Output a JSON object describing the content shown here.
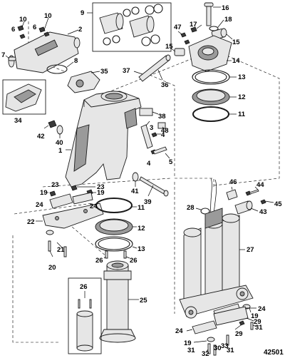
{
  "callouts": {
    "c1": "1",
    "c2": "2",
    "c3": "3",
    "c4": "4",
    "c5": "5",
    "c6": "6",
    "c7": "7",
    "c8": "8",
    "c9": "9",
    "c10": "10",
    "c11": "11",
    "c12": "12",
    "c13": "13",
    "c14": "14",
    "c15": "15",
    "c16": "16",
    "c17": "17",
    "c18": "18",
    "c19": "19",
    "c20": "20",
    "c21": "21",
    "c22": "22",
    "c23": "23",
    "c24": "24",
    "c25": "25",
    "c26": "26",
    "c27": "27",
    "c28": "28",
    "c29": "29",
    "c30": "30",
    "c31": "31",
    "c32": "32",
    "c33": "33",
    "c34": "34",
    "c35": "35",
    "c36": "36",
    "c37": "37",
    "c38": "38",
    "c39": "39",
    "c40": "40",
    "c41": "41",
    "c42": "42",
    "c43": "43",
    "c44": "44",
    "c45": "45",
    "c46": "46",
    "c47": "47",
    "c48": "48"
  },
  "drawing_id": "42501"
}
